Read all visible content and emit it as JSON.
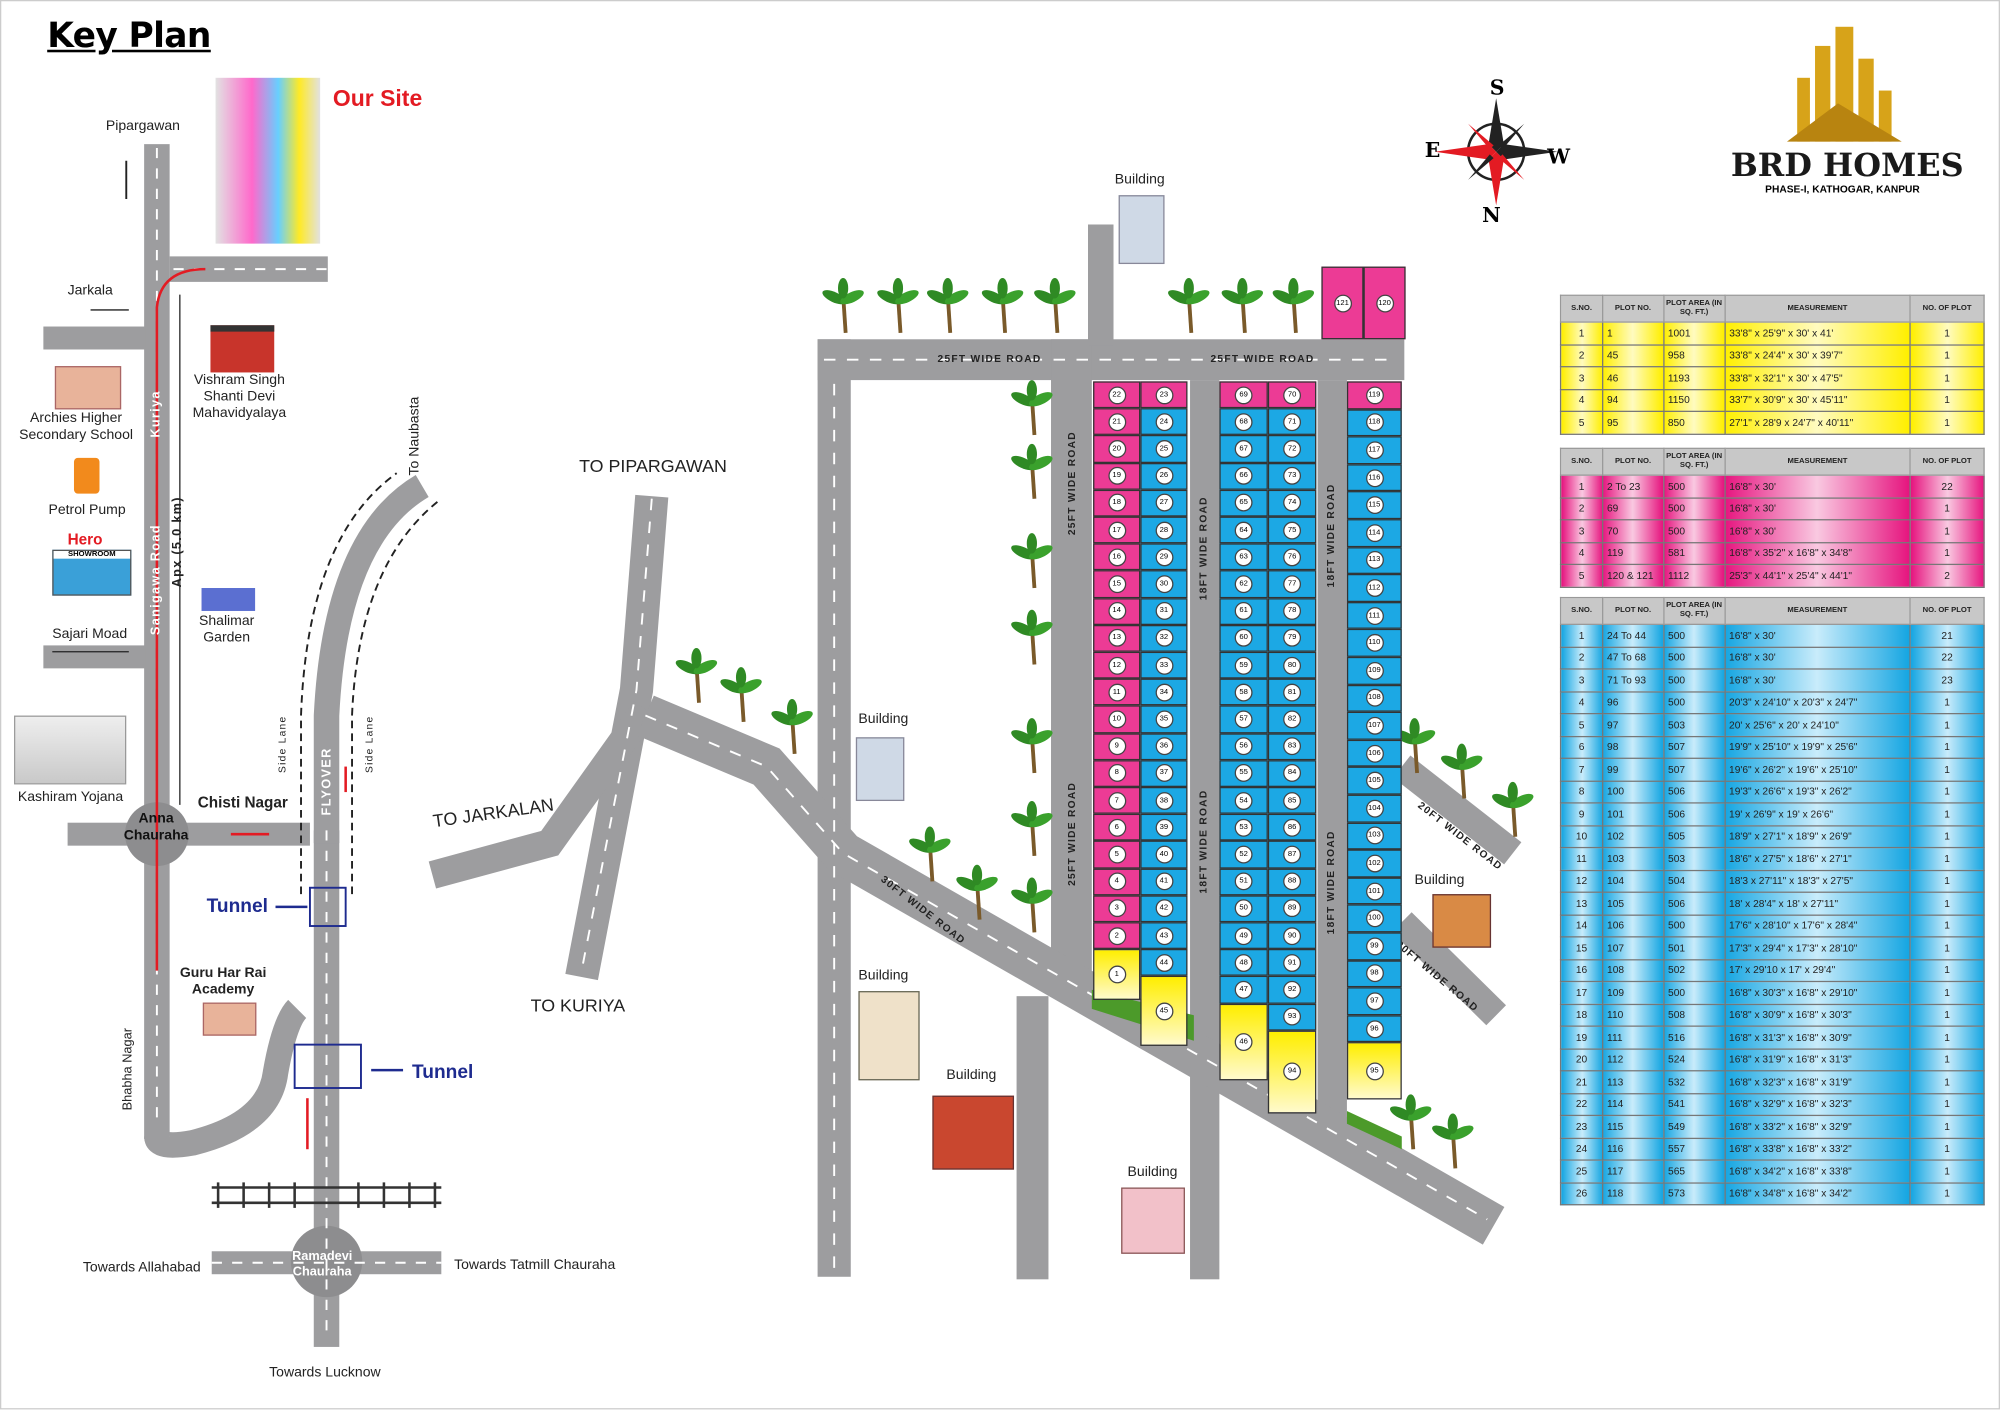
{
  "key_plan": {
    "title": "Key Plan",
    "our_site": "Our Site",
    "pipargawan": "Pipargawan",
    "jarkala": "Jarkala",
    "archies": "Archies Higher\nSecondary School",
    "petrol_pump": "Petrol Pump",
    "hero": "Hero",
    "hero_showroom": "SHOWROOM",
    "sajari": "Sajari Moad",
    "kashiram": "Kashiram Yojana",
    "anna": "Anna\nChauraha",
    "chisti": "Chisti Nagar",
    "kuriya": "Kuriya",
    "sanigawa": "Sanigawa Road",
    "apx": "Apx (5.0 km)",
    "vishram": "Vishram Singh\nShanti Devi\nMahavidyalaya",
    "shalimar": "Shalimar\nGarden",
    "naubasta": "To Naubasta",
    "side_lane": "Side Lane",
    "flyover": "FLYOVER",
    "tunnel": "Tunnel",
    "guru": "Guru Har Rai\nAcademy",
    "bhabha": "Bhabha Nagar",
    "ramadevi": "Ramadevi\nChauraha",
    "allahabad": "Towards Allahabad",
    "tatmill": "Towards Tatmill Chauraha",
    "lucknow": "Towards Lucknow"
  },
  "compass": {
    "s": "S",
    "e": "E",
    "w": "W",
    "n": "N"
  },
  "logo": {
    "name": "BRD HOMES",
    "sub": "PHASE-I, KATHOGAR, KANPUR"
  },
  "site": {
    "road_25_h": "25FT WIDE ROAD",
    "road_25_v": "25FT WIDE ROAD",
    "road_18": "18FT WIDE ROAD",
    "road_30": "30FT WIDE ROAD",
    "road_20": "20FT WIDE ROAD",
    "to_pipargawan": "TO  PIPARGAWAN",
    "to_jarkalan": "TO JARKALAN",
    "to_kuriya": "TO KURIYA",
    "building": "Building",
    "columns": [
      {
        "pink": [
          22
        ],
        "blue": [],
        "pinkAll": true,
        "nums": [
          22,
          21,
          20,
          19,
          18,
          17,
          16,
          15,
          14,
          13,
          12,
          11,
          10,
          9,
          8,
          7,
          6,
          5,
          4,
          3,
          2
        ],
        "yellow": 1
      },
      {
        "nums": [
          23,
          24,
          25,
          26,
          27,
          28,
          29,
          30,
          31,
          32,
          33,
          34,
          35,
          36,
          37,
          38,
          39,
          40,
          41,
          42,
          43,
          44
        ],
        "yellow": 45
      },
      {
        "nums": [
          69,
          68,
          67,
          66,
          65,
          64,
          63,
          62,
          61,
          60,
          59,
          58,
          57,
          56,
          55,
          54,
          53,
          52,
          51,
          50,
          49,
          48,
          47
        ],
        "yellow": 46
      },
      {
        "nums": [
          70,
          71,
          72,
          73,
          74,
          75,
          76,
          77,
          78,
          79,
          80,
          81,
          82,
          83,
          84,
          85,
          86,
          87,
          88,
          89,
          90,
          91,
          92,
          93
        ],
        "yellow": 94
      },
      {
        "nums": [
          119,
          118,
          117,
          116,
          115,
          114,
          113,
          112,
          111,
          110,
          109,
          108,
          107,
          106,
          105,
          104,
          103,
          102,
          101,
          100,
          99,
          98,
          97,
          96
        ],
        "yellow": 95
      }
    ],
    "top_pink": [
      121,
      120
    ]
  },
  "tables": {
    "headers": [
      "S.NO.",
      "PLOT NO.",
      "PLOT AREA (IN SQ. FT.)",
      "MEASUREMENT",
      "NO. OF PLOT"
    ],
    "yellow": [
      [
        "1",
        "1",
        "1001",
        "33'8\" x 25'9\" x 30' x 41'",
        "1"
      ],
      [
        "2",
        "45",
        "958",
        "33'8\" x 24'4\" x 30' x 39'7\"",
        "1"
      ],
      [
        "3",
        "46",
        "1193",
        "33'8\" x 32'1\" x 30' x 47'5\"",
        "1"
      ],
      [
        "4",
        "94",
        "1150",
        "33'7\" x 30'9\" x 30' x 45'11\"",
        "1"
      ],
      [
        "5",
        "95",
        "850",
        "27'1\" x 28'9 x 24'7\" x 40'11\"",
        "1"
      ]
    ],
    "pink": [
      [
        "1",
        "2 To 23",
        "500",
        "16'8\" x 30'",
        "22"
      ],
      [
        "2",
        "69",
        "500",
        "16'8\" x 30'",
        "1"
      ],
      [
        "3",
        "70",
        "500",
        "16'8\" x 30'",
        "1"
      ],
      [
        "4",
        "119",
        "581",
        "16'8\" x 35'2\" x 16'8\" x 34'8\"",
        "1"
      ],
      [
        "5",
        "120 & 121",
        "1112",
        "25'3\" x 44'1\" x 25'4\" x 44'1\"",
        "2"
      ]
    ],
    "blue": [
      [
        "1",
        "24 To 44",
        "500",
        "16'8\" x 30'",
        "21"
      ],
      [
        "2",
        "47 To 68",
        "500",
        "16'8\" x 30'",
        "22"
      ],
      [
        "3",
        "71 To 93",
        "500",
        "16'8\" x 30'",
        "23"
      ],
      [
        "4",
        "96",
        "500",
        "20'3\" x 24'10\" x 20'3\" x 24'7\"",
        "1"
      ],
      [
        "5",
        "97",
        "503",
        "20' x 25'6\" x 20' x 24'10\"",
        "1"
      ],
      [
        "6",
        "98",
        "507",
        "19'9\" x 25'10\" x 19'9\" x 25'6\"",
        "1"
      ],
      [
        "7",
        "99",
        "507",
        "19'6\" x 26'2\" x 19'6\" x 25'10\"",
        "1"
      ],
      [
        "8",
        "100",
        "506",
        "19'3\" x 26'6\" x 19'3\" x 26'2\"",
        "1"
      ],
      [
        "9",
        "101",
        "506",
        "19' x 26'9\" x 19' x 26'6\"",
        "1"
      ],
      [
        "10",
        "102",
        "505",
        "18'9\" x 27'1\" x 18'9\" x 26'9\"",
        "1"
      ],
      [
        "11",
        "103",
        "503",
        "18'6\" x 27'5\" x 18'6\" x 27'1\"",
        "1"
      ],
      [
        "12",
        "104",
        "504",
        "18'3 x 27'11\" x 18'3\" x 27'5\"",
        "1"
      ],
      [
        "13",
        "105",
        "506",
        "18' x 28'4\" x 18' x 27'11\"",
        "1"
      ],
      [
        "14",
        "106",
        "500",
        "17'6\" x 28'10\" x 17'6\" x 28'4\"",
        "1"
      ],
      [
        "15",
        "107",
        "501",
        "17'3\" x 29'4\" x 17'3\" x 28'10\"",
        "1"
      ],
      [
        "16",
        "108",
        "502",
        "17' x 29'10 x 17' x 29'4\"",
        "1"
      ],
      [
        "17",
        "109",
        "500",
        "16'8\" x 30'3\" x 16'8\" x 29'10\"",
        "1"
      ],
      [
        "18",
        "110",
        "508",
        "16'8\" x 30'9\" x 16'8\" x 30'3\"",
        "1"
      ],
      [
        "19",
        "111",
        "516",
        "16'8\" x 31'3\" x 16'8\" x 30'9\"",
        "1"
      ],
      [
        "20",
        "112",
        "524",
        "16'8\" x 31'9\" x 16'8\" x 31'3\"",
        "1"
      ],
      [
        "21",
        "113",
        "532",
        "16'8\" x 32'3\" x 16'8\" x 31'9\"",
        "1"
      ],
      [
        "22",
        "114",
        "541",
        "16'8\" x 32'9\" x 16'8\" x 32'3\"",
        "1"
      ],
      [
        "23",
        "115",
        "549",
        "16'8\" x 33'2\" x 16'8\" x 32'9\"",
        "1"
      ],
      [
        "24",
        "116",
        "557",
        "16'8\" x 33'8\" x 16'8\" x 33'2\"",
        "1"
      ],
      [
        "25",
        "117",
        "565",
        "16'8\" x 34'2\" x 16'8\" x 33'8\"",
        "1"
      ],
      [
        "26",
        "118",
        "573",
        "16'8\" x 34'8\" x 16'8\" x 34'2\"",
        "1"
      ]
    ]
  },
  "colors": {
    "road": "#9d9d9f",
    "pink": "#ec3b95",
    "blue": "#1ca8e4",
    "yellow": "#ffee00",
    "red": "#e31b23"
  }
}
